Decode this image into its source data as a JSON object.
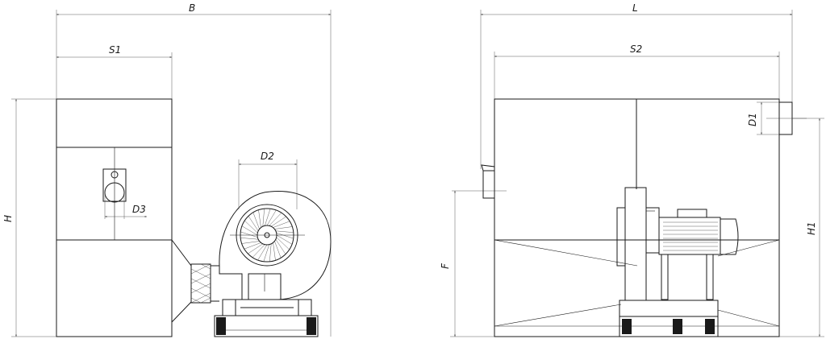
{
  "drawing": {
    "dimensions": {
      "B": "B",
      "S1": "S1",
      "D2": "D2",
      "D3": "D3",
      "H": "H",
      "L": "L",
      "S2": "S2",
      "D1": "D1",
      "H1": "H1",
      "F": "F"
    }
  }
}
